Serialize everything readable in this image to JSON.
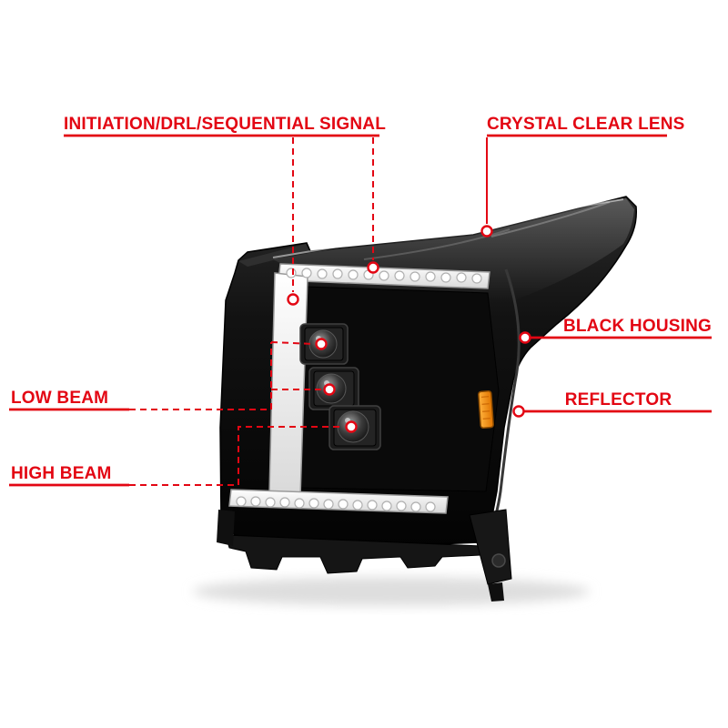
{
  "diagram": {
    "background": "#ffffff",
    "subject": "led-headlight-assembly"
  },
  "colors": {
    "callout_red": "#e30613",
    "housing_black": "#0c0c0c",
    "light_bar_white": "#f4f4f4",
    "reflector_amber": "#f28a00",
    "shadow_gray": "#dedede"
  },
  "callouts": [
    {
      "id": "signal",
      "label": "INITIATION/DRL/SEQUENTIAL SIGNAL",
      "target": "drl-light-bar"
    },
    {
      "id": "lens",
      "label": "CRYSTAL CLEAR LENS",
      "target": "outer-lens"
    },
    {
      "id": "housing",
      "label": "BLACK HOUSING",
      "target": "housing-side"
    },
    {
      "id": "low_beam",
      "label": "LOW BEAM",
      "target": "low-beam-projectors"
    },
    {
      "id": "reflector",
      "label": "REFLECTOR",
      "target": "side-reflector"
    },
    {
      "id": "high_beam",
      "label": "HIGH BEAM",
      "target": "high-beam-projector"
    }
  ]
}
